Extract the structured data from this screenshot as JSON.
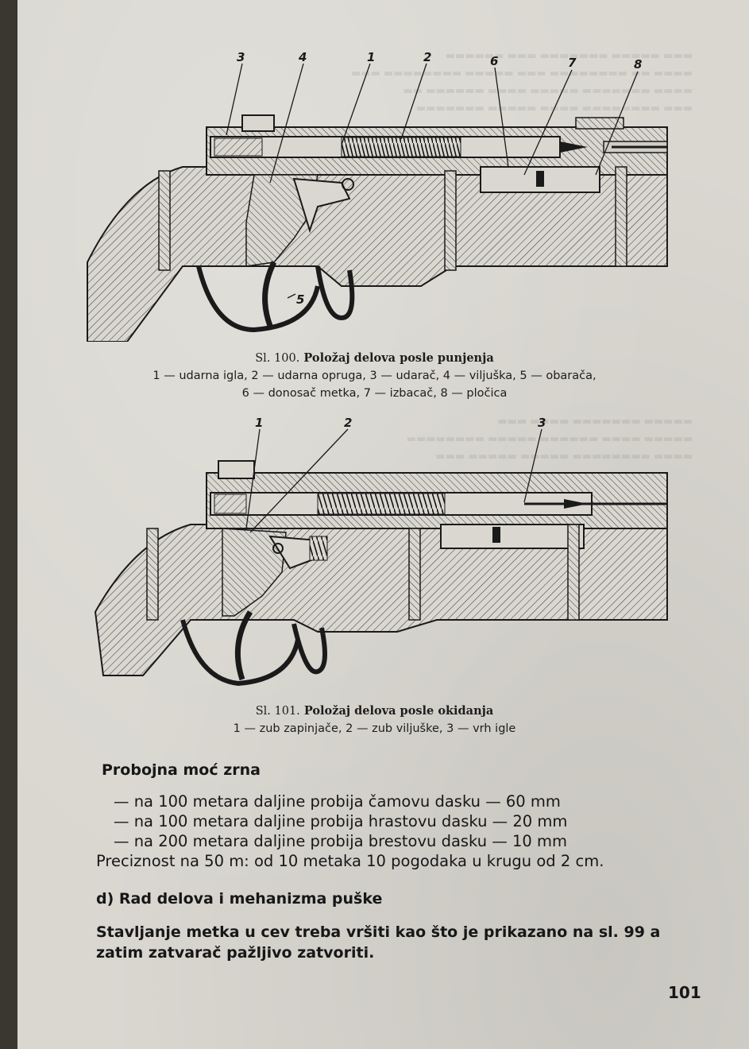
{
  "figure_100": {
    "callouts": [
      "3",
      "4",
      "1",
      "2",
      "6",
      "7",
      "8",
      "5"
    ],
    "caption_title_prefix": "Sl. 100.",
    "caption_title": "Položaj delova posle punjenja",
    "legend_line_1": "1 — udarna igla, 2 — udarna opruga, 3 — udarač, 4 — viljuška, 5 — obarača,",
    "legend_line_2": "6 — donosač metka, 7 — izbacač, 8 — pločica"
  },
  "figure_101": {
    "callouts": [
      "1",
      "2",
      "3"
    ],
    "caption_title_prefix": "Sl. 101.",
    "caption_title": "Položaj delova posle okidanja",
    "legend_line_1": "1 — zub zapinjače, 2 — zub viljuške, 3 — vrh igle"
  },
  "section_penetration": {
    "heading": "Probojna moć zrna",
    "lines": [
      "— na 100 metara daljine probija čamovu dasku — 60 mm",
      "— na 100 metara daljine probija hrastovu dasku — 20 mm",
      "— na 200 metara daljine probija brestovu dasku — 10 mm",
      "Preciznost na 50 m: od 10 metaka 10 pogodaka u krugu od 2 cm."
    ]
  },
  "section_operation": {
    "heading": "d) Rad delova i mehanizma puške",
    "paragraph_line_1": "Stavljanje metka u cev treba vršiti kao što je prikazano na sl. 99 a",
    "paragraph_line_2": "zatim zatvarač pažljivo zatvoriti."
  },
  "page_number": "101",
  "colors": {
    "paper": "#d9d7d0",
    "ink": "#1a1a1a",
    "background": "#3a3630"
  }
}
